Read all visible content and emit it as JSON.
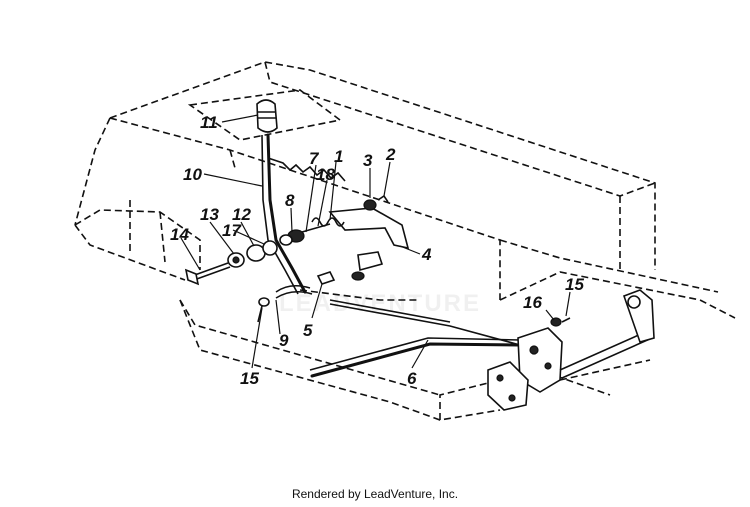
{
  "diagram": {
    "callouts": [
      {
        "id": "c11",
        "label": "11"
      },
      {
        "id": "c10",
        "label": "10"
      },
      {
        "id": "c7",
        "label": "7"
      },
      {
        "id": "c18",
        "label": "18"
      },
      {
        "id": "c1",
        "label": "1"
      },
      {
        "id": "c3",
        "label": "3"
      },
      {
        "id": "c2",
        "label": "2"
      },
      {
        "id": "c8",
        "label": "8"
      },
      {
        "id": "c13",
        "label": "13"
      },
      {
        "id": "c12",
        "label": "12"
      },
      {
        "id": "c17",
        "label": "17"
      },
      {
        "id": "c14",
        "label": "14"
      },
      {
        "id": "c4",
        "label": "4"
      },
      {
        "id": "c5",
        "label": "5"
      },
      {
        "id": "c9",
        "label": "9"
      },
      {
        "id": "c15a",
        "label": "15"
      },
      {
        "id": "c6",
        "label": "6"
      },
      {
        "id": "c16",
        "label": "16"
      },
      {
        "id": "c15b",
        "label": "15"
      }
    ],
    "line_color": "#111111",
    "background": "#ffffff"
  },
  "watermark": "LEADVENTURE",
  "footer": {
    "text": "Rendered by LeadVenture, Inc."
  }
}
